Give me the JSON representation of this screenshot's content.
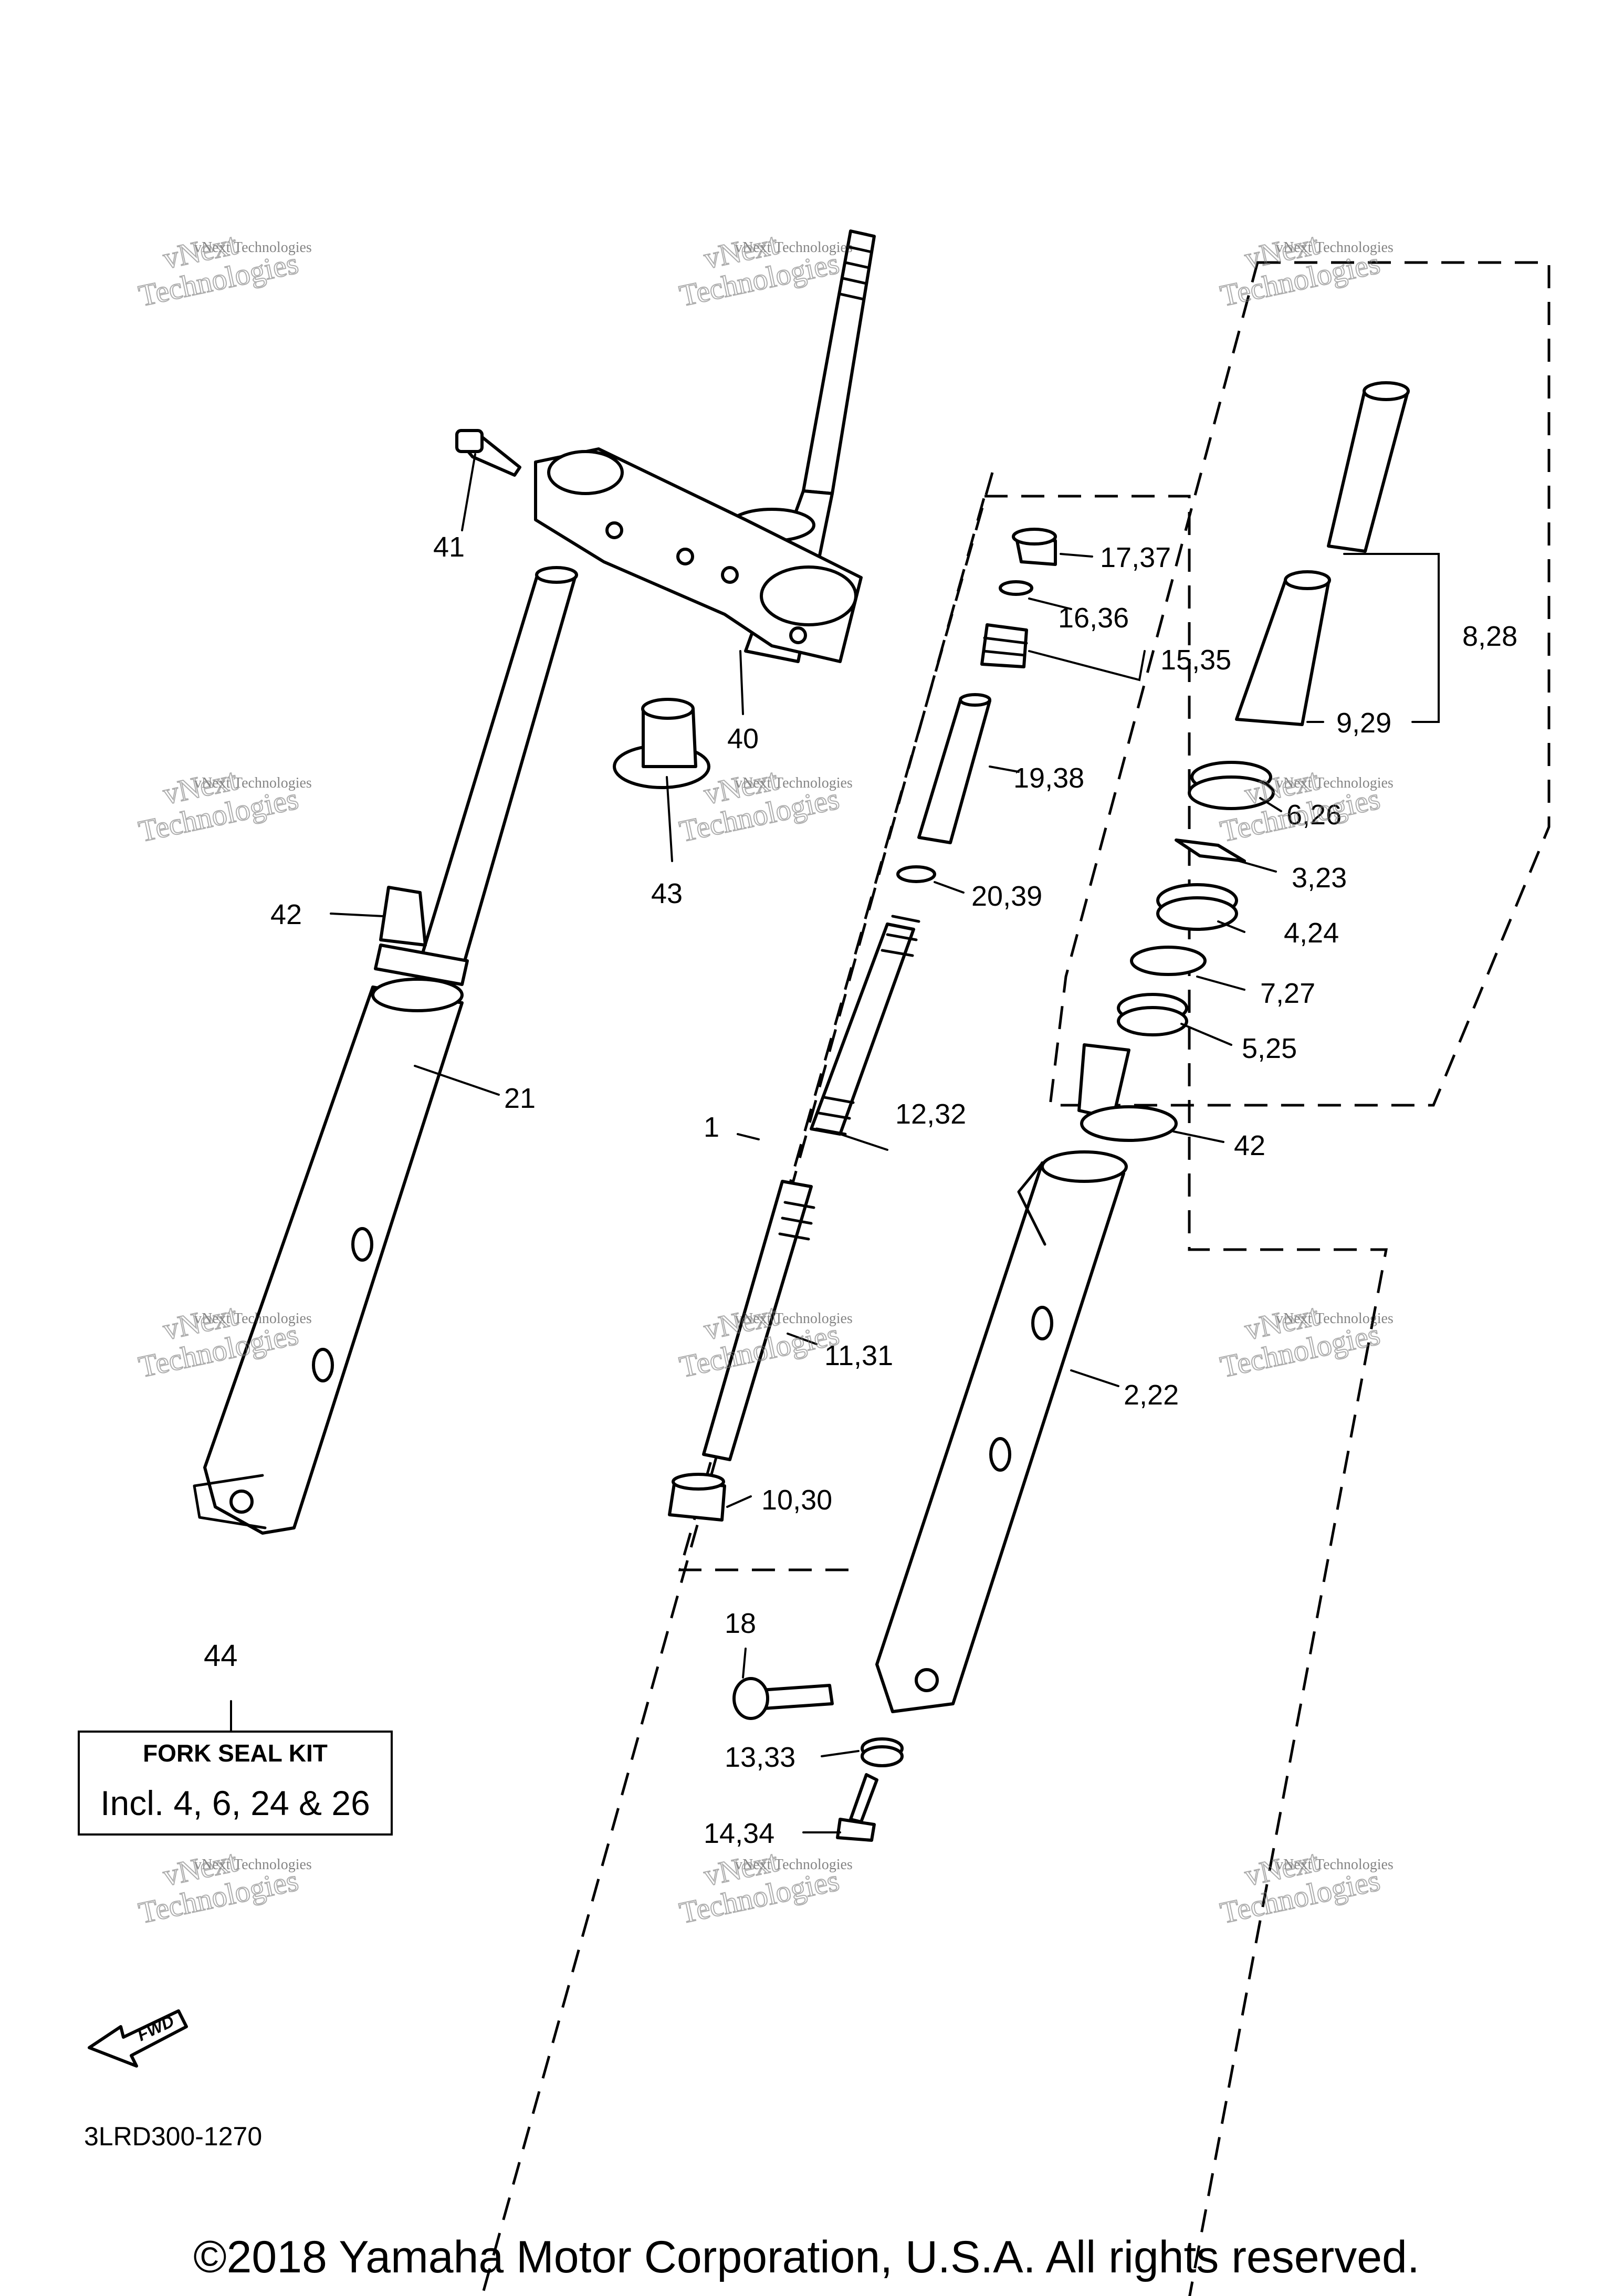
{
  "diagram_code": "3LRD300-1270",
  "copyright": "©2018 Yamaha Motor Corporation, U.S.A. All rights reserved.",
  "fwd_label": "FWD",
  "watermark": "vNext Technologies",
  "kit": {
    "number": "44",
    "title": "FORK SEAL KIT",
    "contents": "Incl. 4, 6, 24 & 26"
  },
  "callouts": {
    "c41": "41",
    "c40": "40",
    "c43": "43",
    "c42a": "42",
    "c21": "21",
    "c1": "1",
    "c17": "17,37",
    "c16": "16,36",
    "c15": "15,35",
    "c19": "19,38",
    "c20": "20,39",
    "c12": "12,32",
    "c11": "11,31",
    "c10": "10,30",
    "c8": "8,28",
    "c9": "9,29",
    "c6": "6,26",
    "c3": "3,23",
    "c4": "4,24",
    "c7": "7,27",
    "c5": "5,25",
    "c42b": "42",
    "c2": "2,22",
    "c18": "18",
    "c13": "13,33",
    "c14": "14,34"
  }
}
